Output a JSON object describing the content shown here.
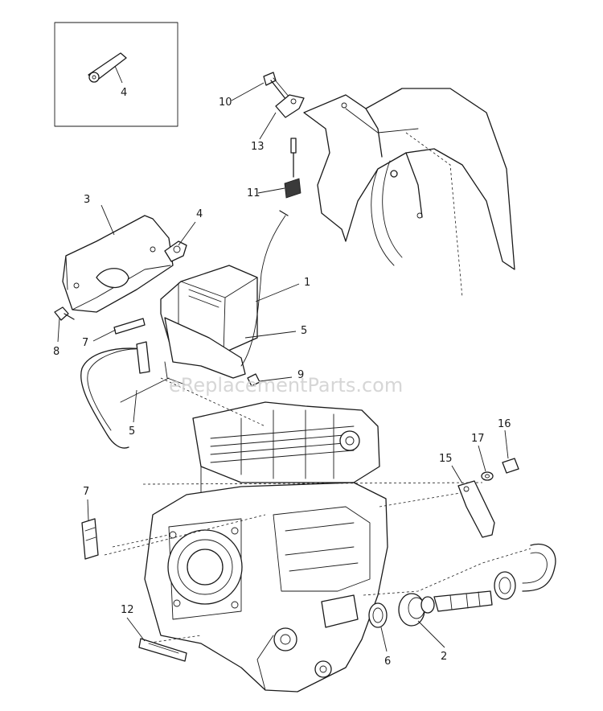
{
  "watermark": "eReplacementParts.com",
  "callouts": {
    "c1": "1",
    "c2": "2",
    "c3": "3",
    "c4_inset": "4",
    "c4": "4",
    "c5a": "5",
    "c5b": "5",
    "c6": "6",
    "c7a": "7",
    "c7b": "7",
    "c8": "8",
    "c9": "9",
    "c10": "10",
    "c11": "11",
    "c12": "12",
    "c13": "13",
    "c15": "15",
    "c16": "16",
    "c17": "17"
  }
}
